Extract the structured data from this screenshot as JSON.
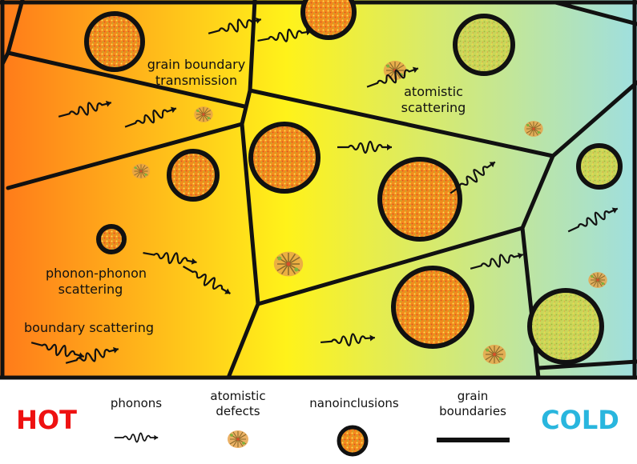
{
  "colors": {
    "hot": "#ff7a1a",
    "mid": "#fff21a",
    "cold": "#9fdfe0",
    "hot_text": "#ee1111",
    "cold_text": "#29b6de",
    "boundary": "#111111",
    "inclusion_fill": "#f28a1c"
  },
  "labels": {
    "grain_boundary_transmission": [
      "grain boundary",
      "transmission"
    ],
    "atomistic_scattering": [
      "atomistic",
      "scattering"
    ],
    "phonon_phonon_scattering": [
      "phonon-phonon",
      "scattering"
    ],
    "boundary_scattering": "boundary scattering"
  },
  "legend": {
    "hot": "HOT",
    "cold": "COLD",
    "phonons": "phonons",
    "atomistic_defects": [
      "atomistic",
      "defects"
    ],
    "nanoinclusions": "nanoinclusions",
    "grain_boundaries": [
      "grain",
      "boundaries"
    ]
  },
  "icons": {
    "phonon": "wave-packet-icon",
    "defect": "lattice-defect-icon",
    "inclusion": "nanoinclusion-icon"
  }
}
